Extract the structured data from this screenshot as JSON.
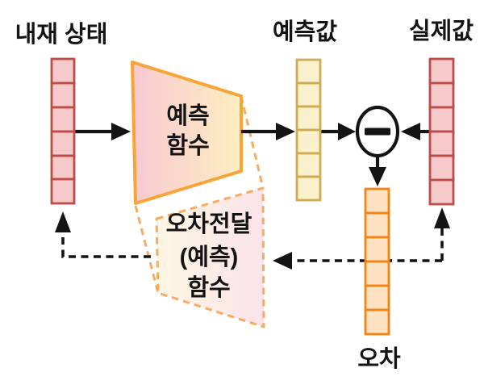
{
  "diagram": {
    "title_labels": {
      "latent_state": "내재 상태",
      "predicted_value": "예측값",
      "actual_value": "실제값",
      "error": "오차"
    },
    "prediction_function": {
      "line1": "예측",
      "line2": "함수"
    },
    "error_propagation_function": {
      "line1": "오차전달",
      "line2": "(예측)",
      "line3": "함수"
    },
    "vector_cell_counts": {
      "latent_state": 6,
      "prediction": 6,
      "actual": 6,
      "error": 6
    },
    "colors": {
      "solid_trapezoid_border": "#F7A537",
      "solid_trapezoid_fill_left": "#F8C9D2",
      "solid_trapezoid_fill_right": "#FDEEC1",
      "dashed_trapezoid_border": "#F8AB61",
      "dashed_trapezoid_fill_left": "#FDF6E3",
      "dashed_trapezoid_fill_right": "#FBE3EA",
      "state_cell_fill": "#F6CACA",
      "state_cell_border": "#BE4B48",
      "prediction_cell_fill": "#FAF0CB",
      "prediction_cell_border": "#CFAC52",
      "error_cell_fill": "#FCE2C3",
      "error_cell_border": "#F68212",
      "arrow": "#141414"
    }
  }
}
